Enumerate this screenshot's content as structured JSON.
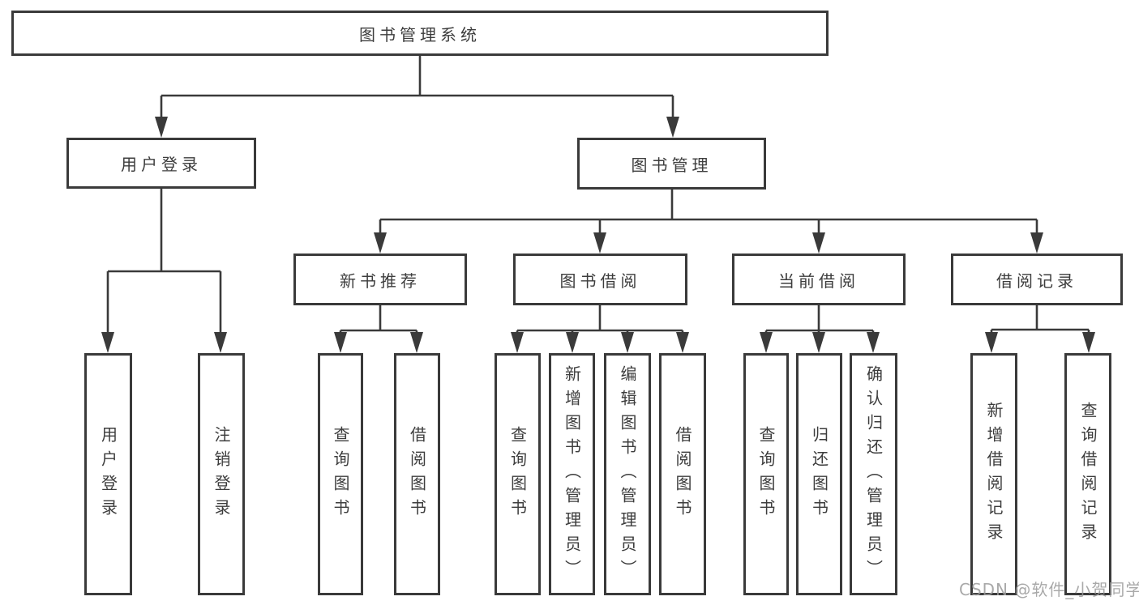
{
  "tree": {
    "root": {
      "label": "图书管理系统"
    },
    "level2": [
      {
        "id": "user-login",
        "label": "用户登录",
        "children": [
          {
            "id": "do-login",
            "label": "用户登录"
          },
          {
            "id": "logout",
            "label": "注销登录"
          }
        ]
      },
      {
        "id": "book-management",
        "label": "图书管理",
        "children": [
          {
            "id": "new-book-recommend",
            "label": "新书推荐",
            "children": [
              {
                "id": "query-books",
                "label": "查询图书"
              },
              {
                "id": "borrow-books",
                "label": "借阅图书"
              }
            ]
          },
          {
            "id": "book-borrowing",
            "label": "图书借阅",
            "children": [
              {
                "id": "query-books",
                "label": "查询图书"
              },
              {
                "id": "add-book-admin",
                "label": "新增图书（管理员）"
              },
              {
                "id": "edit-book-admin",
                "label": "编辑图书（管理员）"
              },
              {
                "id": "borrow-books",
                "label": "借阅图书"
              }
            ]
          },
          {
            "id": "current-borrowing",
            "label": "当前借阅",
            "children": [
              {
                "id": "query-books",
                "label": "查询图书"
              },
              {
                "id": "return-books",
                "label": "归还图书"
              },
              {
                "id": "confirm-return-admin",
                "label": "确认归还（管理员）"
              }
            ]
          },
          {
            "id": "borrowing-records",
            "label": "借阅记录",
            "children": [
              {
                "id": "add-borrow-record",
                "label": "新增借阅记录"
              },
              {
                "id": "query-borrow-record",
                "label": "查询借阅记录"
              }
            ]
          }
        ]
      }
    ]
  },
  "watermark": {
    "text": "CSDN @软件_小贺同学"
  },
  "colors": {
    "line": "#3a3a3a",
    "text": "#3d3d3d",
    "watermark": "#9b9b9b",
    "background": "#ffffff"
  }
}
